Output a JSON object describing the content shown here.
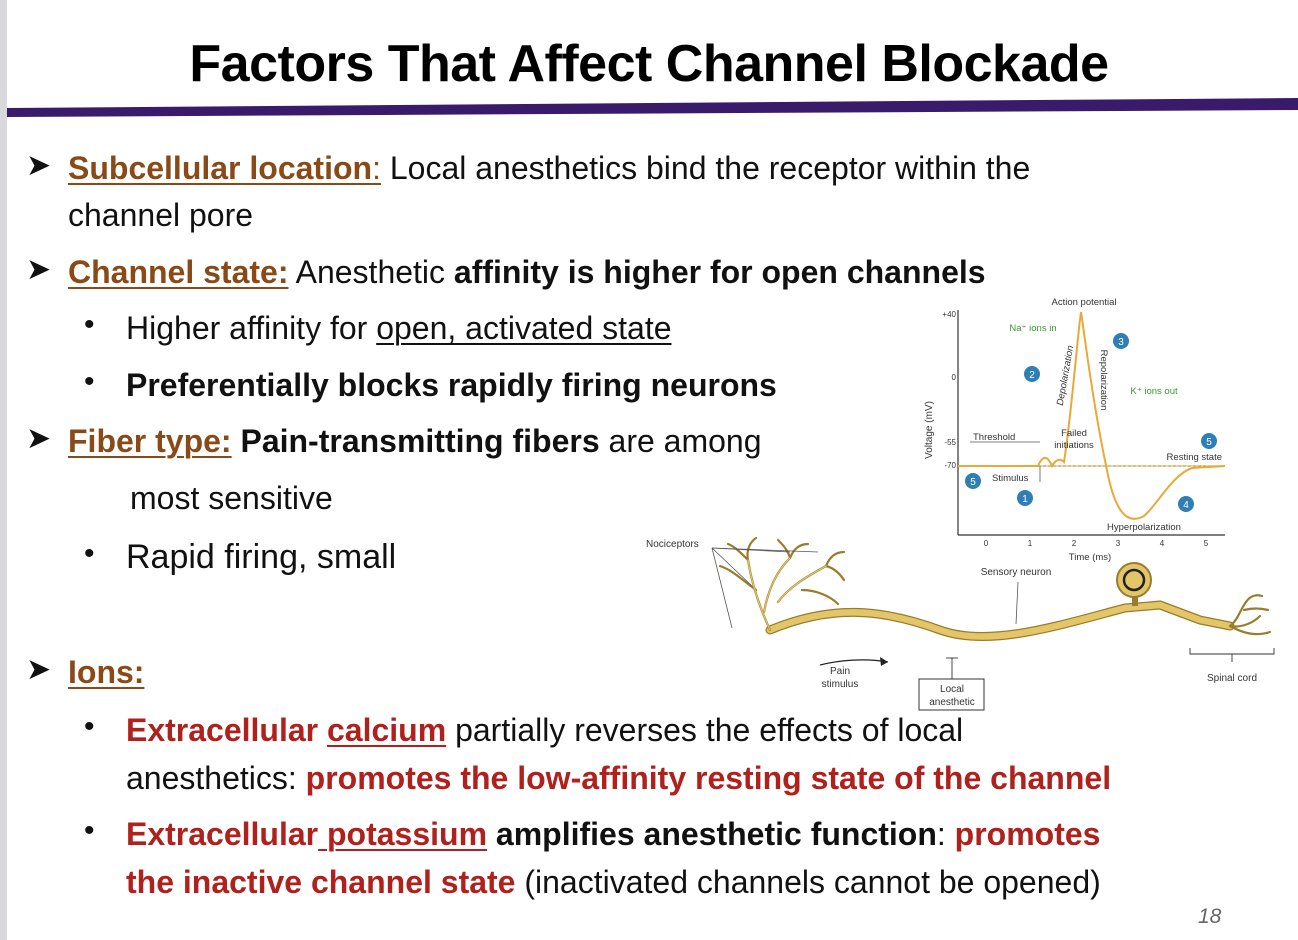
{
  "slide": {
    "title": "Factors That Affect Channel Blockade",
    "page_number": "18",
    "accent_color": "#3a1a6b"
  },
  "bullets": {
    "subcellular": {
      "heading": "Subcellular location",
      "colon": ":",
      "text1": " Local anesthetics bind the receptor within the",
      "text2": "channel pore"
    },
    "channel_state": {
      "heading": "Channel state:",
      "text": " Anesthetic ",
      "bold": "affinity is higher for open channels",
      "sub1_pre": "Higher affinity for ",
      "sub1_ul": "open, activated state",
      "sub2": "Preferentially blocks rapidly firing neurons"
    },
    "fiber": {
      "heading": "Fiber type:",
      "bold": " Pain-transmitting fibers",
      "text": " are among",
      "text2": "most sensitive",
      "sub1": "Rapid firing, small"
    },
    "ions": {
      "heading": "Ions:",
      "ca_red": "Extracellular ",
      "ca_ul": "calcium",
      "ca_text": " partially reverses the effects of local",
      "ca_text2": "anesthetics: ",
      "ca_red2": "promotes the low-affinity resting state of the channel",
      "k_red": "Extracellular",
      "k_ul": " potassium",
      "k_bold": " amplifies anesthetic function",
      "k_colon": ": ",
      "k_red2": "promotes",
      "k_red3": "the inactive channel state",
      "k_text": " (inactivated channels cannot be opened)"
    }
  },
  "figure": {
    "graph": {
      "title": "Action potential",
      "ylabel": "Voltage (mV)",
      "xlabel": "Time (ms)",
      "yticks": [
        "+40",
        "0",
        "-55",
        "-70"
      ],
      "xticks": [
        "0",
        "1",
        "2",
        "3",
        "4",
        "5"
      ],
      "labels": {
        "na_in": "Na⁺ ions in",
        "k_out": "K⁺ ions out",
        "depolarization": "Depolarization",
        "repolarization": "Repolarization",
        "threshold": "Threshold",
        "failed": "Failed",
        "initiations": "initiations",
        "resting": "Resting state",
        "stimulus": "Stimulus",
        "hyper": "Hyperpolarization"
      },
      "steps": [
        "5",
        "1",
        "2",
        "3",
        "4",
        "5"
      ],
      "line_color": "#e8a93a",
      "step_color": "#2f7fb5"
    },
    "neuron": {
      "nociceptors": "Nociceptors",
      "sensory": "Sensory neuron",
      "pain1": "Pain",
      "pain2": "stimulus",
      "local1": "Local",
      "local2": "anesthetic",
      "spinal": "Spinal cord",
      "fill_color": "#e3c56a"
    }
  }
}
